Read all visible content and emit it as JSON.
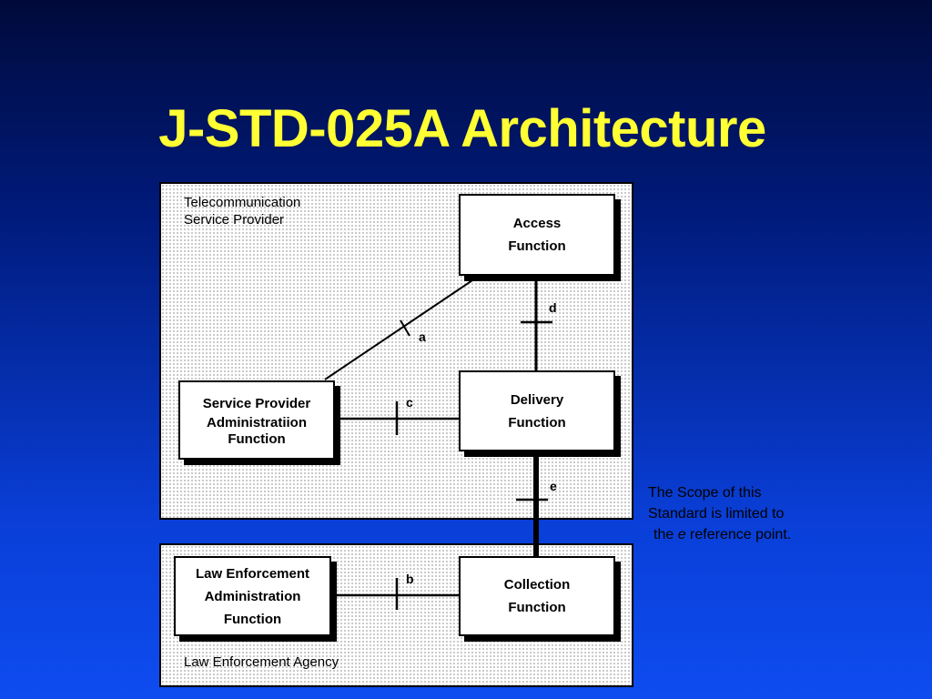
{
  "title": "J-STD-025A Architecture",
  "regions": {
    "tsp_line1": "Telecommunication",
    "tsp_line2": "Service Provider",
    "lea": "Law Enforcement Agency"
  },
  "boxes": {
    "access": [
      "Access",
      "Function"
    ],
    "delivery": [
      "Delivery",
      "Function"
    ],
    "spaf": [
      "Service Provider",
      "Administratiion",
      "Function"
    ],
    "leaf": [
      "Law Enforcement",
      "Administration",
      "Function"
    ],
    "collection": [
      "Collection",
      "Function"
    ]
  },
  "reference_points": {
    "a": "a",
    "b": "b",
    "c": "c",
    "d": "d",
    "e": "e"
  },
  "scope_note": {
    "line1": "The Scope of this",
    "line2": "Standard is limited to",
    "line3_pre": "the ",
    "line3_em": "e",
    "line3_post": " reference point."
  }
}
